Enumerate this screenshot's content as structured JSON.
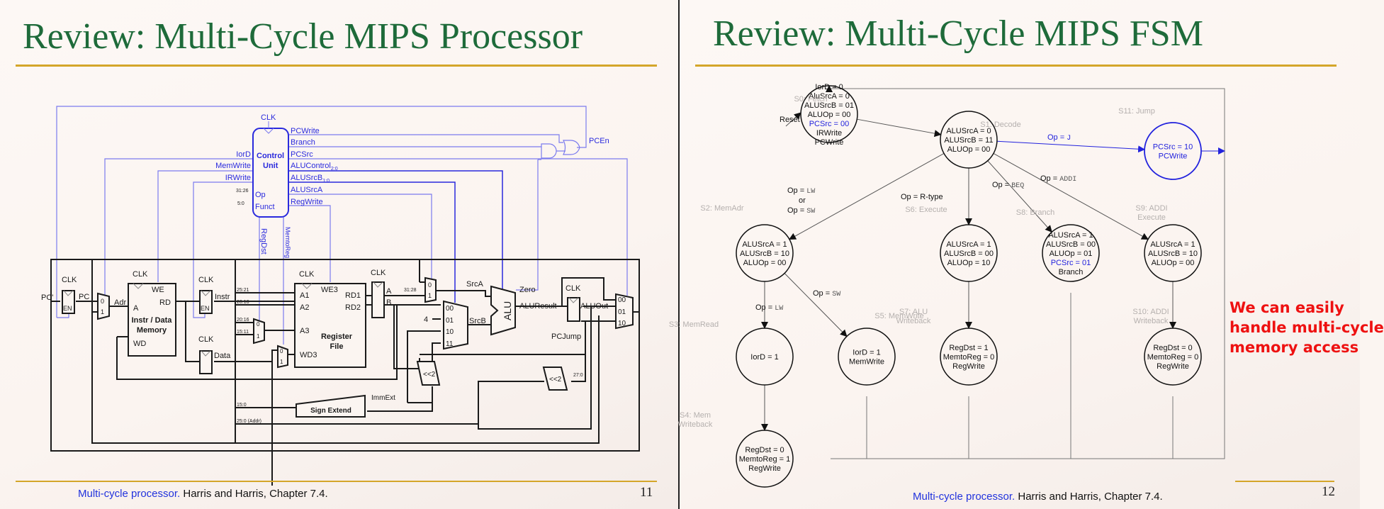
{
  "slides": [
    {
      "title": "Review: Multi-Cycle MIPS Processor",
      "footer_link": "Multi-cycle processor.",
      "footer_text": " Harris and Harris, Chapter 7.4.",
      "page_number": "11",
      "datapath": {
        "control_unit": {
          "title1": "Control",
          "title2": "Unit",
          "clk": "CLK",
          "in_op": "Op",
          "in_funct": "Funct"
        },
        "control_outputs_right": [
          "PCWrite",
          "Branch",
          "PCSrc",
          "ALUControl",
          "ALUSrcB",
          "ALUSrcA",
          "RegWrite"
        ],
        "control_output_subscripts": {
          "ALUControl": "2:0",
          "ALUSrcB": "1:0"
        },
        "control_outputs_left": [
          "IorD",
          "MemWrite",
          "IRWrite"
        ],
        "control_outputs_bottom": [
          "RegDst",
          "MemtoReg"
        ],
        "pcen": "PCEn",
        "labels": {
          "pc_prime": "PC'",
          "pc": "PC",
          "clk": "CLK",
          "en": "EN",
          "adr": "Adr",
          "mem_a": "A",
          "mem_we": "WE",
          "mem_rd": "RD",
          "mem_wd": "WD",
          "mem_title1": "Instr / Data",
          "mem_title2": "Memory",
          "instr": "Instr",
          "data": "Data",
          "rf_a1": "A1",
          "rf_a2": "A2",
          "rf_a3": "A3",
          "rf_wd3": "WD3",
          "rf_we3": "WE3",
          "rf_rd1": "RD1",
          "rf_rd2": "RD2",
          "rf_title1": "Register",
          "rf_title2": "File",
          "reg_a": "A",
          "reg_b": "B",
          "srca": "SrcA",
          "srcb": "SrcB",
          "alu": "ALU",
          "zero": "Zero",
          "aluresult": "ALUResult",
          "aluout": "ALUOut",
          "pcjump": "PCJump",
          "four": "4",
          "shl2": "<<2",
          "immext": "ImmExt",
          "sign_extend": "Sign Extend",
          "mux0": "0",
          "mux1": "1",
          "m00": "00",
          "m01": "01",
          "m10": "10",
          "m11": "11"
        },
        "bit_fields": {
          "op": "31:26",
          "funct": "5:0",
          "rs": "25:21",
          "rt": "20:16",
          "rt2": "20:16",
          "rd": "15:11",
          "imm": "15:0",
          "addr": "25:0 (Addr)",
          "pc_hi": "31:28",
          "jump_lo": "27:0"
        }
      }
    },
    {
      "title": "Review: Multi-Cycle MIPS FSM",
      "footer_link": "Multi-cycle processor.",
      "footer_text": " Harris and Harris, Chapter 7.4.",
      "page_number": "12",
      "callout": [
        "We can easily",
        "handle multi-cycle",
        "memory access"
      ],
      "fsm": {
        "reset": "Reset",
        "states": [
          {
            "id": "S0",
            "name": "S0: Fetch",
            "outputs": [
              "IorD = 0",
              "AluSrcA = 0",
              "ALUSrcB = 01",
              "ALUOp = 00",
              "PCSrc = 00",
              "IRWrite",
              "PCWrite"
            ],
            "highlight": [
              "PCSrc = 00"
            ]
          },
          {
            "id": "S1",
            "name": "S1: Decode",
            "outputs": [
              "ALUSrcA = 0",
              "ALUSrcB = 11",
              "ALUOp = 00"
            ]
          },
          {
            "id": "S2",
            "name": "S2: MemAdr",
            "outputs": [
              "ALUSrcA = 1",
              "ALUSrcB = 10",
              "ALUOp = 00"
            ]
          },
          {
            "id": "S3",
            "name": "S3: MemRead",
            "outputs": [
              "IorD = 1"
            ]
          },
          {
            "id": "S4",
            "name": "S4: Mem Writeback",
            "outputs": [
              "RegDst = 0",
              "MemtoReg = 1",
              "RegWrite"
            ]
          },
          {
            "id": "S5",
            "name": "S5: MemWrite",
            "outputs": [
              "IorD = 1",
              "MemWrite"
            ]
          },
          {
            "id": "S6",
            "name": "S6: Execute",
            "outputs": [
              "ALUSrcA = 1",
              "ALUSrcB = 00",
              "ALUOp = 10"
            ]
          },
          {
            "id": "S7",
            "name": "S7: ALU Writeback",
            "outputs": [
              "RegDst = 1",
              "MemtoReg = 0",
              "RegWrite"
            ]
          },
          {
            "id": "S8",
            "name": "S8: Branch",
            "outputs": [
              "ALUSrcA = 1",
              "ALUSrcB = 00",
              "ALUOp = 01",
              "PCSrc = 01",
              "Branch"
            ],
            "highlight": [
              "PCSrc = 01"
            ]
          },
          {
            "id": "S9",
            "name": "S9: ADDI Execute",
            "outputs": [
              "ALUSrcA = 1",
              "ALUSrcB = 10",
              "ALUOp = 00"
            ]
          },
          {
            "id": "S10",
            "name": "S10: ADDI Writeback",
            "outputs": [
              "RegDst = 0",
              "MemtoReg = 0",
              "RegWrite"
            ]
          },
          {
            "id": "S11",
            "name": "S11: Jump",
            "outputs": [
              "PCSrc = 10",
              "PCWrite"
            ],
            "highlight_all": true
          }
        ],
        "transitions": [
          {
            "from": "S0",
            "to": "S1",
            "label": ""
          },
          {
            "from": "S1",
            "to": "S2",
            "label": "Op = LW or Op = SW"
          },
          {
            "from": "S1",
            "to": "S6",
            "label": "Op = R-type"
          },
          {
            "from": "S1",
            "to": "S8",
            "label": "Op = BEQ"
          },
          {
            "from": "S1",
            "to": "S9",
            "label": "Op = ADDI"
          },
          {
            "from": "S1",
            "to": "S11",
            "label": "Op = J"
          },
          {
            "from": "S2",
            "to": "S3",
            "label": "Op = LW"
          },
          {
            "from": "S2",
            "to": "S5",
            "label": "Op = SW"
          },
          {
            "from": "S3",
            "to": "S4",
            "label": ""
          },
          {
            "from": "S6",
            "to": "S7",
            "label": ""
          },
          {
            "from": "S9",
            "to": "S10",
            "label": ""
          }
        ],
        "op_text": {
          "op": "Op =",
          "or": "or",
          "lw": "LW",
          "sw": "SW",
          "rtype": "R-type",
          "beq": "BEQ",
          "addi": "ADDI",
          "j": "J"
        },
        "colors": {
          "highlight": "#2222dd",
          "state_label": "#b5b0ae"
        }
      }
    }
  ],
  "colors": {
    "title": "#1e6b3a",
    "rule": "#d4a62a",
    "footer_link": "#2233dd",
    "callout": "#ee1111",
    "control": "#3333dd"
  }
}
